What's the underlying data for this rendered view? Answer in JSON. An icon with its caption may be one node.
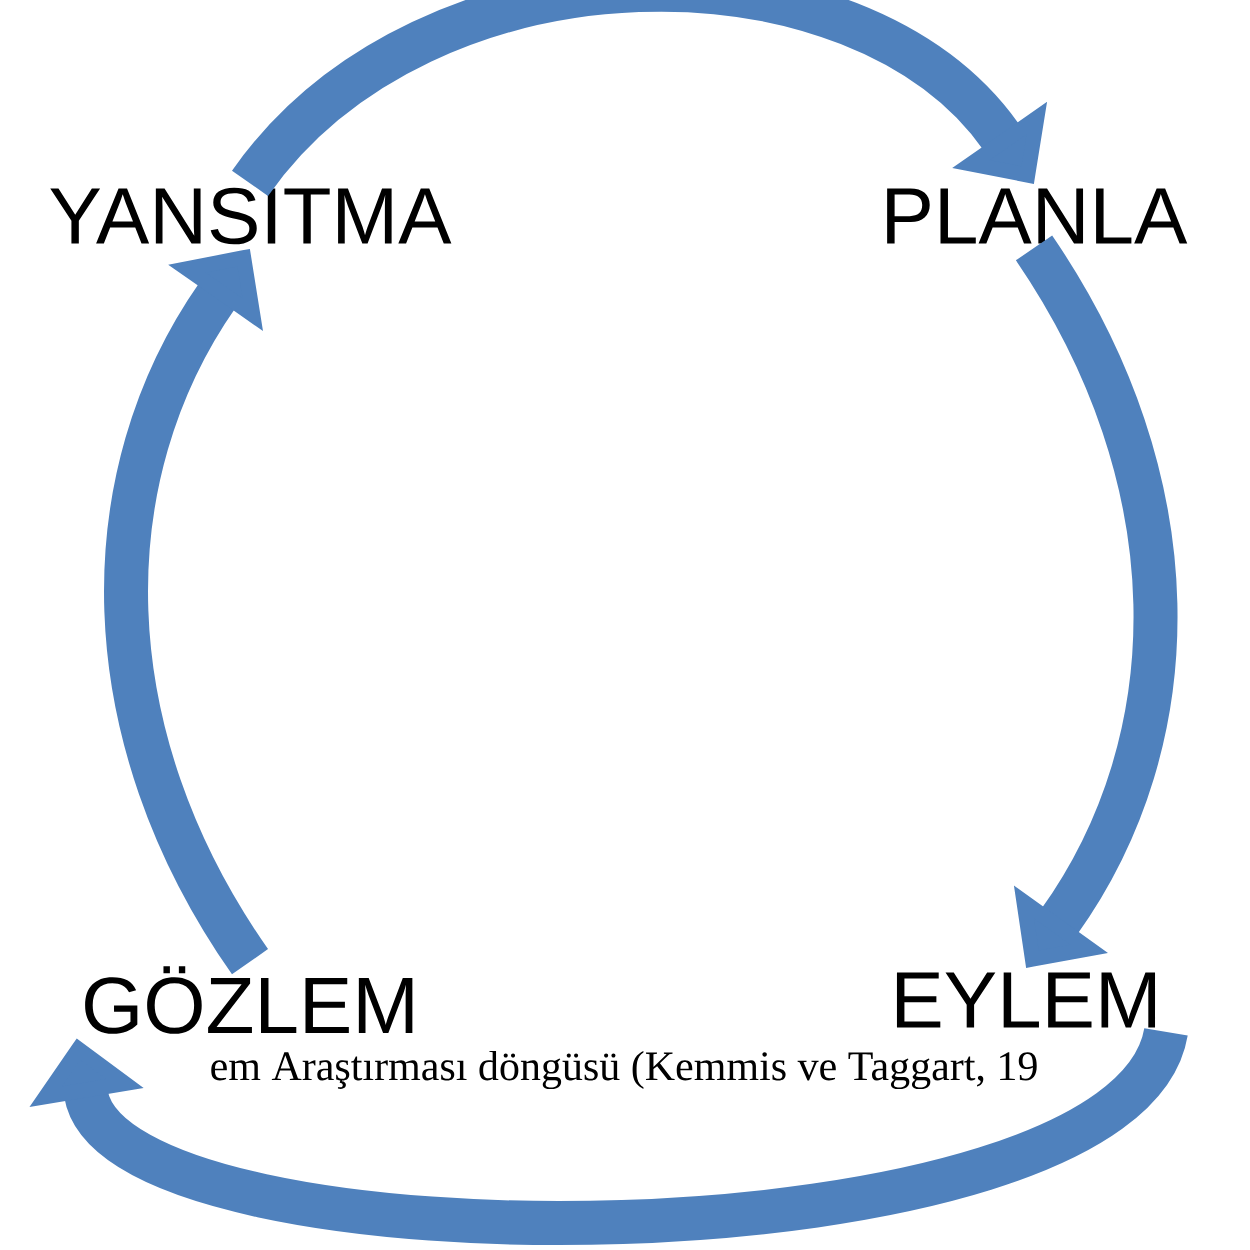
{
  "diagram": {
    "caption": "em Araştırması döngüsü (Kemmis ve Taggart, 19",
    "nodes": [
      {
        "text": [
          "YANSITMA"
        ]
      },
      {
        "text": [
          "PLANLA"
        ]
      },
      {
        "text": [
          "EYLEM"
        ]
      },
      {
        "text": [
          "GÖZLEM"
        ]
      }
    ],
    "edges": [
      {
        "from": 0,
        "to": 1,
        "arrow": "to"
      },
      {
        "from": 1,
        "to": 2,
        "arrow": "to"
      },
      {
        "from": 2,
        "to": 3,
        "arrow": "to"
      },
      {
        "from": 3,
        "to": 0,
        "arrow": "to"
      }
    ]
  }
}
